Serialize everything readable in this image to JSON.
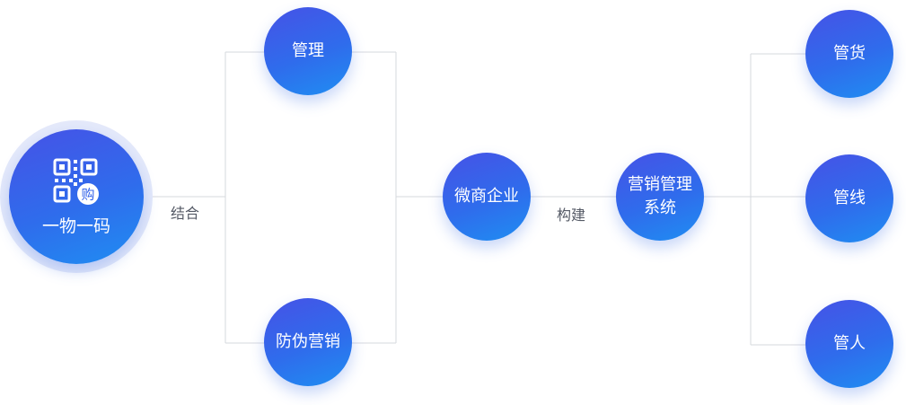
{
  "root": {
    "label": "一物一码",
    "icon": "qr-code-buy-icon",
    "icon_badge": "购"
  },
  "edges": {
    "combine_label": "结合",
    "build_label": "构建"
  },
  "nodes": {
    "manage": "管理",
    "anti_fake_marketing": "防伪营销",
    "micro_business": "微商企业",
    "marketing_system": "营销管理系统",
    "manage_goods": "管货",
    "manage_line": "管线",
    "manage_people": "管人"
  },
  "colors": {
    "node_gradient_start": "#4652e6",
    "node_gradient_end": "#1f8ef2",
    "halo": "#e4e9fa",
    "connector": "#d6d8de",
    "edge_text": "#555a66"
  }
}
